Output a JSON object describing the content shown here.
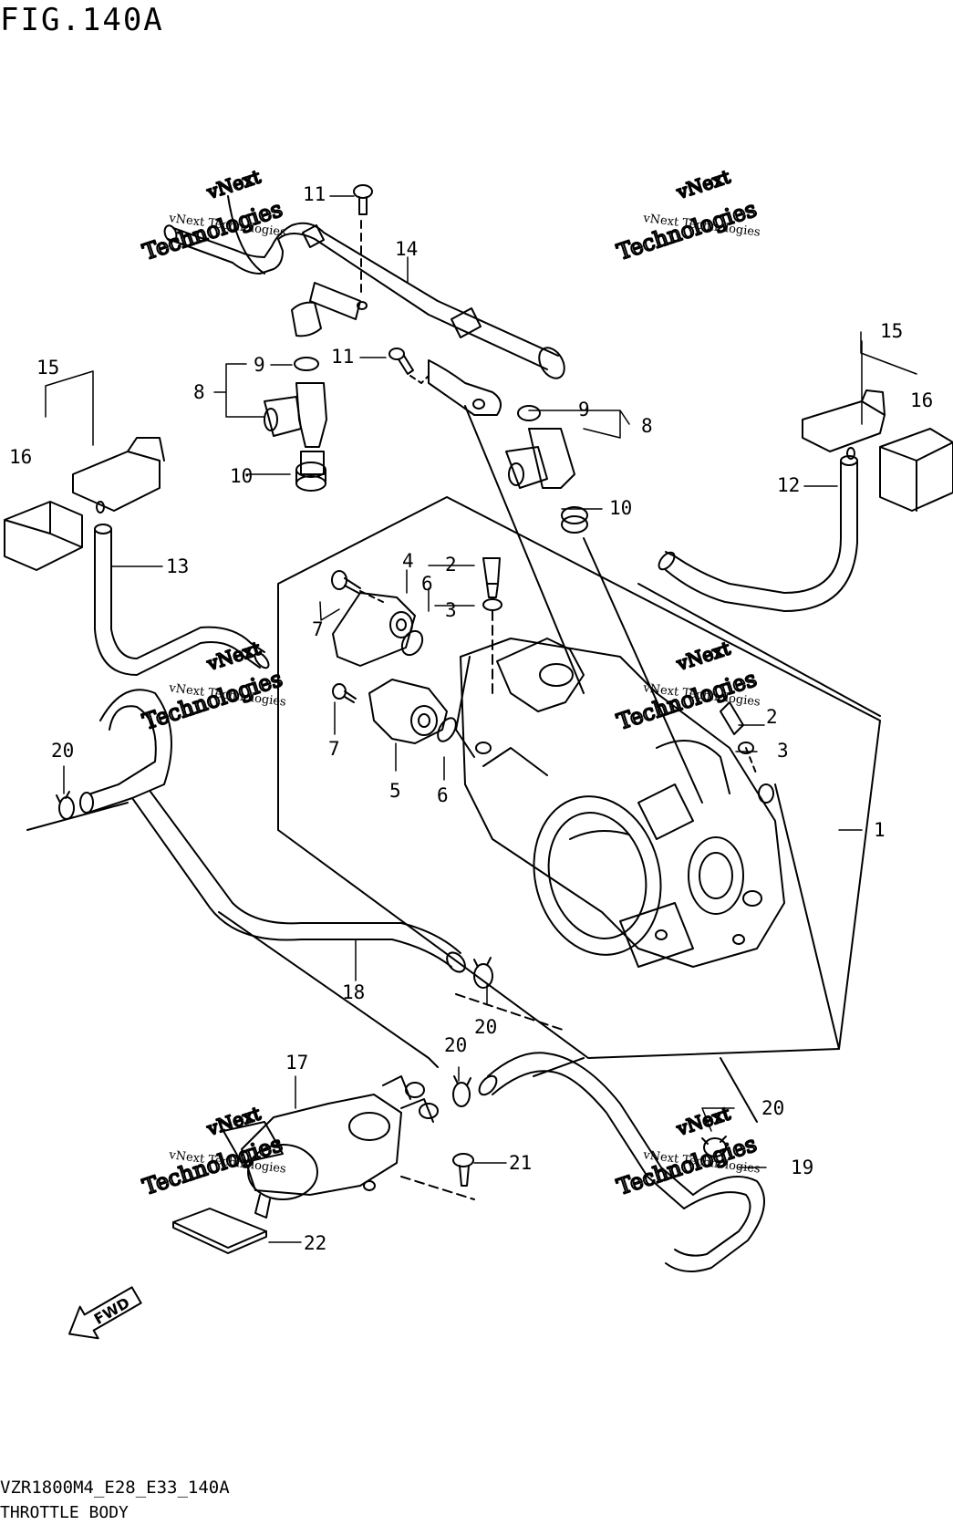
{
  "figure_title": "FIG.140A",
  "ref_code": "VZR1800M4_E28_E33_140A",
  "caption": "THROTTLE BODY",
  "watermark": {
    "line1": "vNext",
    "line2": "Technologies",
    "line3": "vNext Technologies"
  },
  "callouts": {
    "c1": "1",
    "c2a": "2",
    "c2b": "2",
    "c3a": "3",
    "c3b": "3",
    "c4": "4",
    "c5": "5",
    "c6a": "6",
    "c6b": "6",
    "c7a": "7",
    "c7b": "7",
    "c8a": "8",
    "c8b": "8",
    "c9a": "9",
    "c9b": "9",
    "c10a": "10",
    "c10b": "10",
    "c11a": "11",
    "c11b": "11",
    "c12": "12",
    "c13": "13",
    "c14": "14",
    "c15a": "15",
    "c15b": "15",
    "c16a": "16",
    "c16b": "16",
    "c17": "17",
    "c18": "18",
    "c19": "19",
    "c20a": "20",
    "c20b": "20",
    "c20c": "20",
    "c20d": "20",
    "c21": "21",
    "c22": "22"
  },
  "fwd_label": "FWD"
}
